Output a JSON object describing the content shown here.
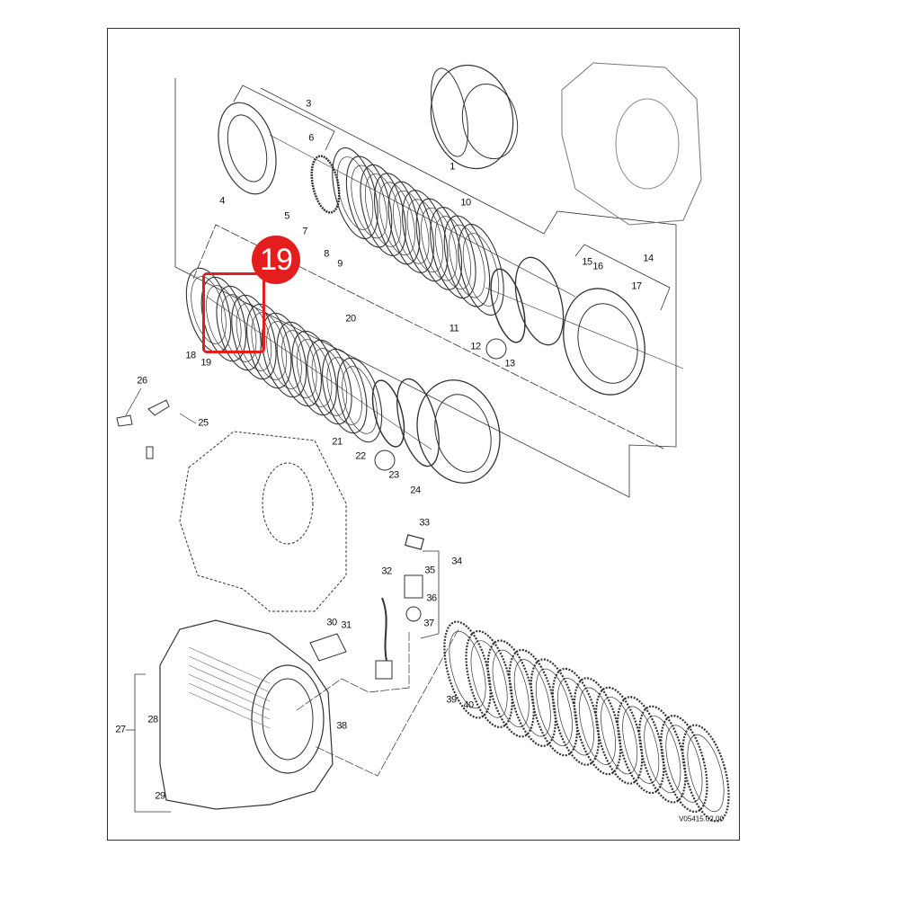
{
  "highlight": {
    "part_number": "19",
    "color": "#e41e1e"
  },
  "callouts": {
    "c1": "1",
    "c3": "3",
    "c4": "4",
    "c5": "5",
    "c6": "6",
    "c7": "7",
    "c8": "8",
    "c9": "9",
    "c10": "10",
    "c11": "11",
    "c12": "12",
    "c13": "13",
    "c14": "14",
    "c15": "15",
    "c16": "16",
    "c17": "17",
    "c18": "18",
    "c19": "19",
    "c20": "20",
    "c21": "21",
    "c22": "22",
    "c23": "23",
    "c24": "24",
    "c25": "25",
    "c26": "26",
    "c27": "27",
    "c28": "28",
    "c29": "29",
    "c30": "30",
    "c31": "31",
    "c32": "32",
    "c33": "33",
    "c34": "34",
    "c35": "35",
    "c36": "36",
    "c37": "37",
    "c38": "38",
    "c39": "39",
    "c40": "40"
  },
  "drawing_reference": "V05415.02.00"
}
